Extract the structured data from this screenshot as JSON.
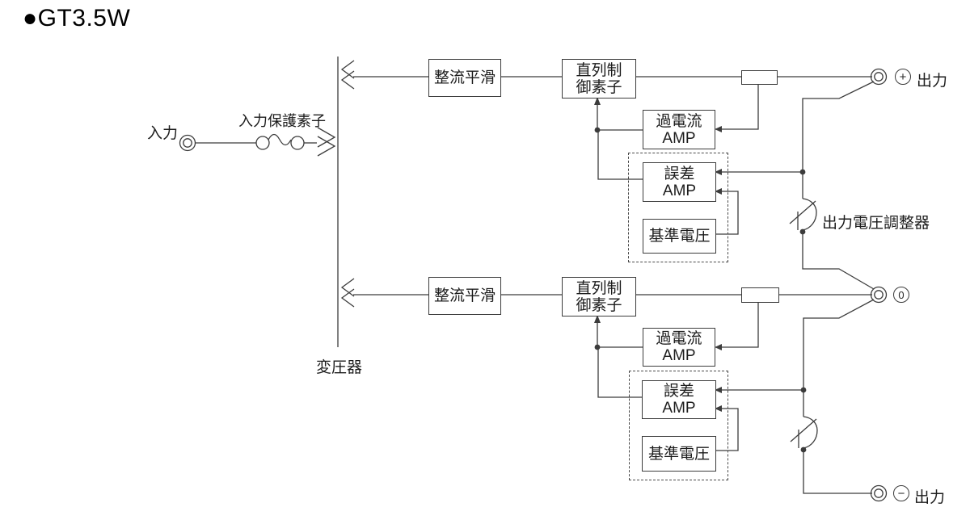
{
  "title": "●GT3.5W",
  "colors": {
    "line": "#3c3c3c",
    "text": "#1c1c1c",
    "background": "#ffffff"
  },
  "labels": {
    "input": "入力",
    "input_protection": "入力保護素子",
    "transformer": "変圧器",
    "output_adjuster": "出力電圧調整器"
  },
  "terminals": {
    "positive": {
      "symbol": "+",
      "label": "出力"
    },
    "common": {
      "symbol": "0"
    },
    "negative": {
      "symbol": "−",
      "label": "出力"
    }
  },
  "channels": [
    {
      "id": "positive-rail",
      "rectifier": "整流平滑",
      "series_control": [
        "直列制",
        "御素子"
      ],
      "overcurrent_amp": [
        "過電流",
        "AMP"
      ],
      "error_amp": [
        "誤差",
        "AMP"
      ],
      "reference": "基準電圧"
    },
    {
      "id": "negative-rail",
      "rectifier": "整流平滑",
      "series_control": [
        "直列制",
        "御素子"
      ],
      "overcurrent_amp": [
        "過電流",
        "AMP"
      ],
      "error_amp": [
        "誤差",
        "AMP"
      ],
      "reference": "基準電圧"
    }
  ]
}
